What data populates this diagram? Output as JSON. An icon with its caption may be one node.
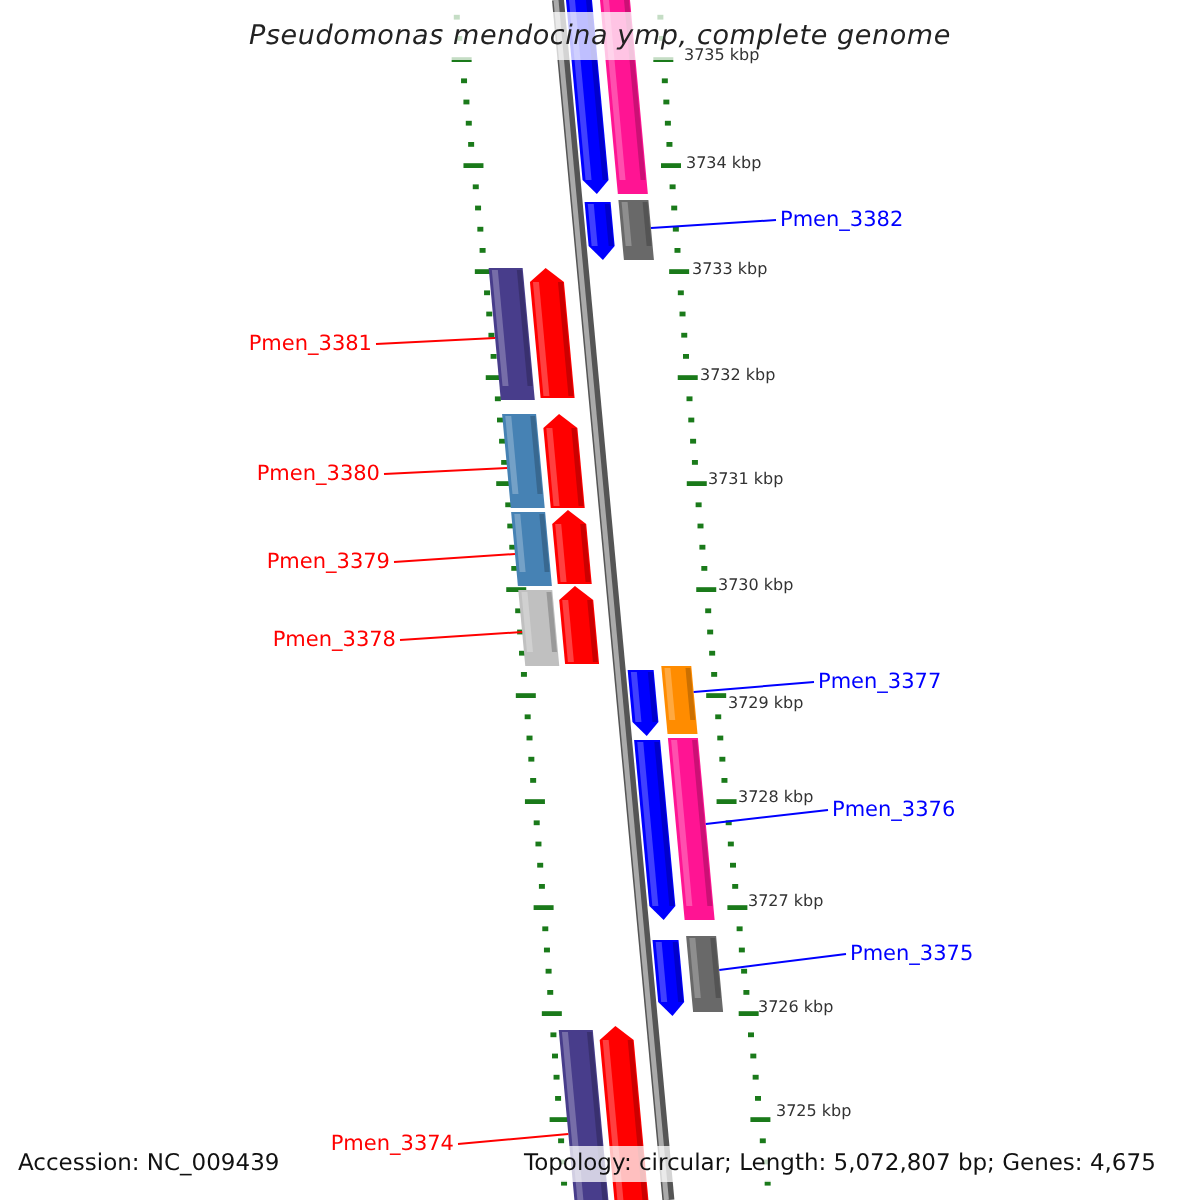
{
  "diagram": {
    "title": "Pseudomonas mendocina ymp, complete genome",
    "nodes": [
      {
        "text": [
          "Pmen_3382"
        ]
      },
      {
        "text": [
          "Pmen_3381"
        ]
      },
      {
        "text": [
          "Pmen_3380"
        ]
      },
      {
        "text": [
          "Pmen_3379"
        ]
      },
      {
        "text": [
          "Pmen_3378"
        ]
      },
      {
        "text": [
          "Pmen_3377"
        ]
      },
      {
        "text": [
          "Pmen_3376"
        ]
      },
      {
        "text": [
          "Pmen_3375"
        ]
      },
      {
        "text": [
          "Pmen_3374"
        ]
      },
      {
        "text": [],
        "shape": "bar"
      },
      {
        "text": [],
        "shape": "bar"
      },
      {
        "text": [],
        "shape": "bar"
      },
      {
        "text": [],
        "shape": "bar"
      },
      {
        "text": [],
        "shape": "bar"
      },
      {
        "text": [],
        "shape": "bar"
      },
      {
        "text": [],
        "shape": "bar"
      },
      {
        "text": [],
        "shape": "bar"
      },
      {
        "text": [],
        "shape": "bar"
      },
      {
        "text": [],
        "shape": "bar"
      },
      {
        "text": [],
        "shape": "bar"
      },
      {
        "text": [],
        "shape": "bar"
      },
      {
        "text": [],
        "shape": "bar"
      },
      {
        "text": [],
        "shape": "bar"
      },
      {
        "text": [],
        "shape": "bar"
      },
      {
        "text": [],
        "shape": "bar"
      },
      {
        "text": [],
        "shape": "bar"
      },
      {
        "text": [],
        "shape": "bar"
      },
      {
        "text": [],
        "shape": "bar"
      },
      {
        "text": [],
        "shape": "bar"
      }
    ],
    "edges": [
      {
        "from": 0,
        "to": 11,
        "arrow": "none",
        "color": "#0000ff"
      },
      {
        "from": 1,
        "to": 13,
        "arrow": "none"
      },
      {
        "from": 2,
        "to": 15,
        "arrow": "none"
      },
      {
        "from": 3,
        "to": 18,
        "arrow": "none"
      },
      {
        "from": 4,
        "to": 20,
        "arrow": "none"
      },
      {
        "from": 5,
        "to": 21,
        "arrow": "none",
        "color": "#0000ff"
      },
      {
        "from": 6,
        "to": 23,
        "arrow": "none",
        "color": "#0000ff"
      },
      {
        "from": 7,
        "to": 25,
        "arrow": "none",
        "color": "#0000ff"
      },
      {
        "from": 8,
        "to": 28,
        "arrow": "none"
      }
    ],
    "labels": [
      "3735 kbp",
      "3734 kbp",
      "3733 kbp",
      "3732 kbp",
      "3731 kbp",
      "3730 kbp",
      "3729 kbp",
      "3728 kbp",
      "3727 kbp",
      "3726 kbp",
      "3725 kbp",
      "Accession: NC_009439",
      "Topology: circular; Length: 5,072,807 bp; Genes: 4,675"
    ]
  }
}
